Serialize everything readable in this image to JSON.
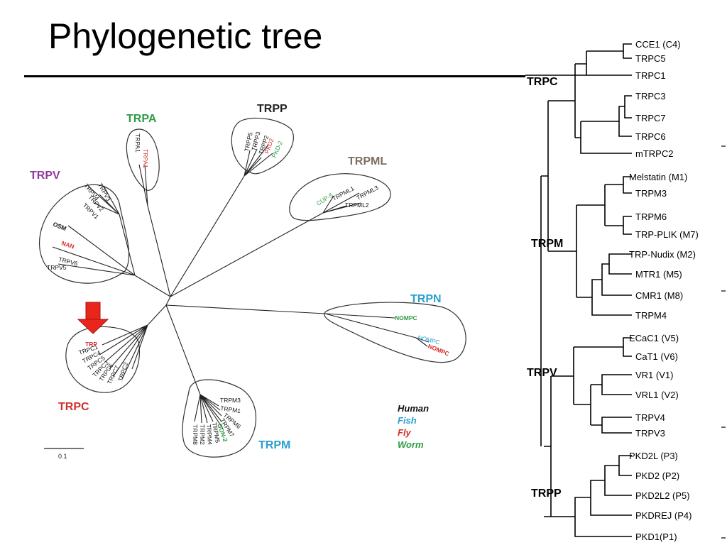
{
  "title": "Phylogenetic tree",
  "colors": {
    "human": "#111111",
    "fish": "#2a9fd0",
    "fly": "#d0312d",
    "worm": "#2e9b45",
    "trpv": "#8e3a9d",
    "trpml": "#7a6e5e",
    "trpa": "#2e9b45",
    "trpc": "#d0312d",
    "trpm": "#2a9fd0",
    "trpn": "#2a9fd0",
    "trpp": "#222222"
  },
  "unrooted": {
    "groups": {
      "trpa": "TRPA",
      "trpp": "TRPP",
      "trpml": "TRPML",
      "trpv": "TRPV",
      "trpn": "TRPN",
      "trpc": "TRPC",
      "trpm": "TRPM"
    },
    "leaves": {
      "trpa1_h": "TRPA1",
      "trpa1_f": "TRPA1",
      "trpp5": "TRPP5",
      "trpp3": "TRPP3",
      "trpp2": "TRPP2",
      "pkd2_f": "PKD2",
      "pkd2_w": "PKD-2",
      "cup5": "CUP-5",
      "trpml1": "TRPML1",
      "trpml3": "TRPML3",
      "trpml2": "TRPML2",
      "trpv4": "TRPV4",
      "trpv3": "TRPV3",
      "trpv2": "TRPV2",
      "trpv1": "TRPV1",
      "osm": "OSM",
      "nan": "NAN",
      "trpv6": "TRPV6",
      "trpv5": "TRPV5",
      "nompc_w": "NOMPC",
      "nompc_fish": "NOMPC",
      "nompc_fly": "NOMPC",
      "trp": "TRP",
      "trpc1": "TRPC1",
      "trpc4": "TRPC4",
      "trpc5": "TRPC5",
      "trpc3": "TRPC3",
      "trpc6": "TRPC6",
      "trpc7": "TRPC7",
      "trpc2": "TRPC2",
      "trpm3": "TRPM3",
      "trpm1": "TRPM1",
      "trpm6": "TRPM6",
      "trpm7": "TRPM7",
      "gon2": "GON-2",
      "trpm8": "TRPM8",
      "trpm2": "TRPM2",
      "trpm4": "TRPM4",
      "trpm5": "TRPM5"
    },
    "legend": {
      "human": "Human",
      "fish": "Fish",
      "fly": "Fly",
      "worm": "Worm"
    },
    "scale_label": "0.1"
  },
  "rooted": {
    "groups": {
      "trpc": "TRPC",
      "trpm": "TRPM",
      "trpv": "TRPV",
      "trpp": "TRPP"
    },
    "leaves": [
      "CCE1 (C4)",
      "TRPC5",
      "TRPC1",
      "TRPC3",
      "TRPC7",
      "TRPC6",
      "mTRPC2",
      "Melstatin (M1)",
      "TRPM3",
      "TRPM6",
      "TRP-PLIK (M7)",
      "TRP-Nudix (M2)",
      "MTR1 (M5)",
      "CMR1 (M8)",
      "TRPM4",
      "ECaC1 (V5)",
      "CaT1 (V6)",
      "VR1 (V1)",
      "VRL1 (V2)",
      "TRPV4",
      "TRPV3",
      "PKD2L (P3)",
      "PKD2 (P2)",
      "PKD2L2 (P5)",
      "PKDREJ (P4)",
      "PKD1(P1)"
    ]
  }
}
